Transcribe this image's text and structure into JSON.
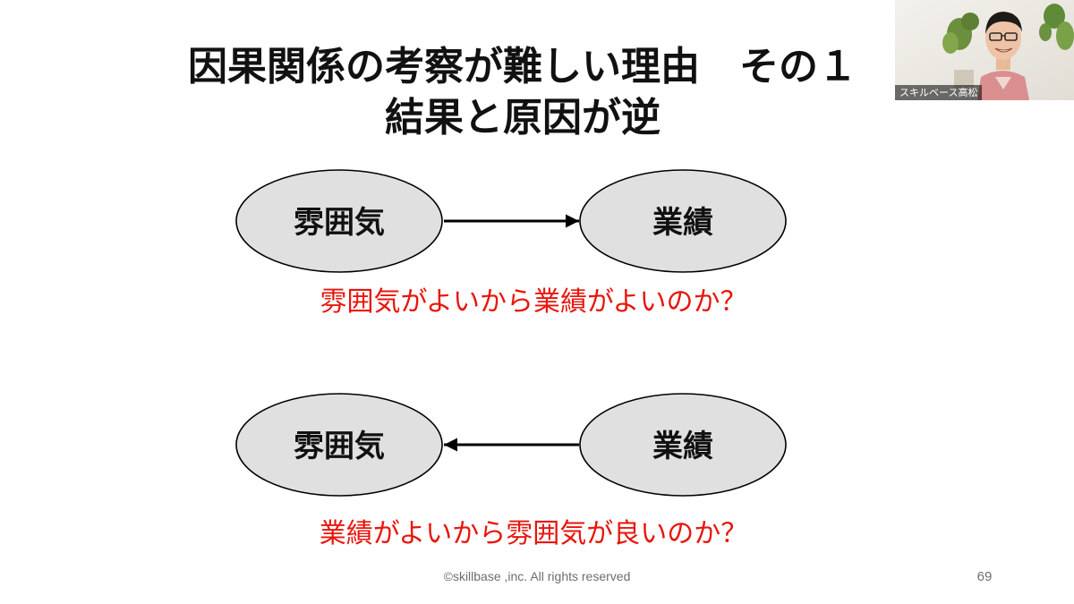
{
  "slide": {
    "title_line1": "因果関係の考察が難しい理由　その１",
    "title_line2": "結果と原因が逆",
    "diagram_top": {
      "left_node": "雰囲気",
      "right_node": "業績",
      "arrow_direction": "left-to-right",
      "question": "雰囲気がよいから業績がよいのか？"
    },
    "diagram_bottom": {
      "left_node": "雰囲気",
      "right_node": "業績",
      "arrow_direction": "right-to-left",
      "question": "業績がよいから雰囲気が良いのか？"
    },
    "footer": "©skillbase ,inc. All rights reserved",
    "page_number": "69"
  },
  "webcam": {
    "name_label": "スキルベース高松"
  },
  "colors": {
    "background": "#ffffff",
    "title": "#111111",
    "node_fill": "#e0e0e0",
    "node_stroke": "#000000",
    "question": "#e8150c",
    "footer": "#6d6d6d"
  }
}
